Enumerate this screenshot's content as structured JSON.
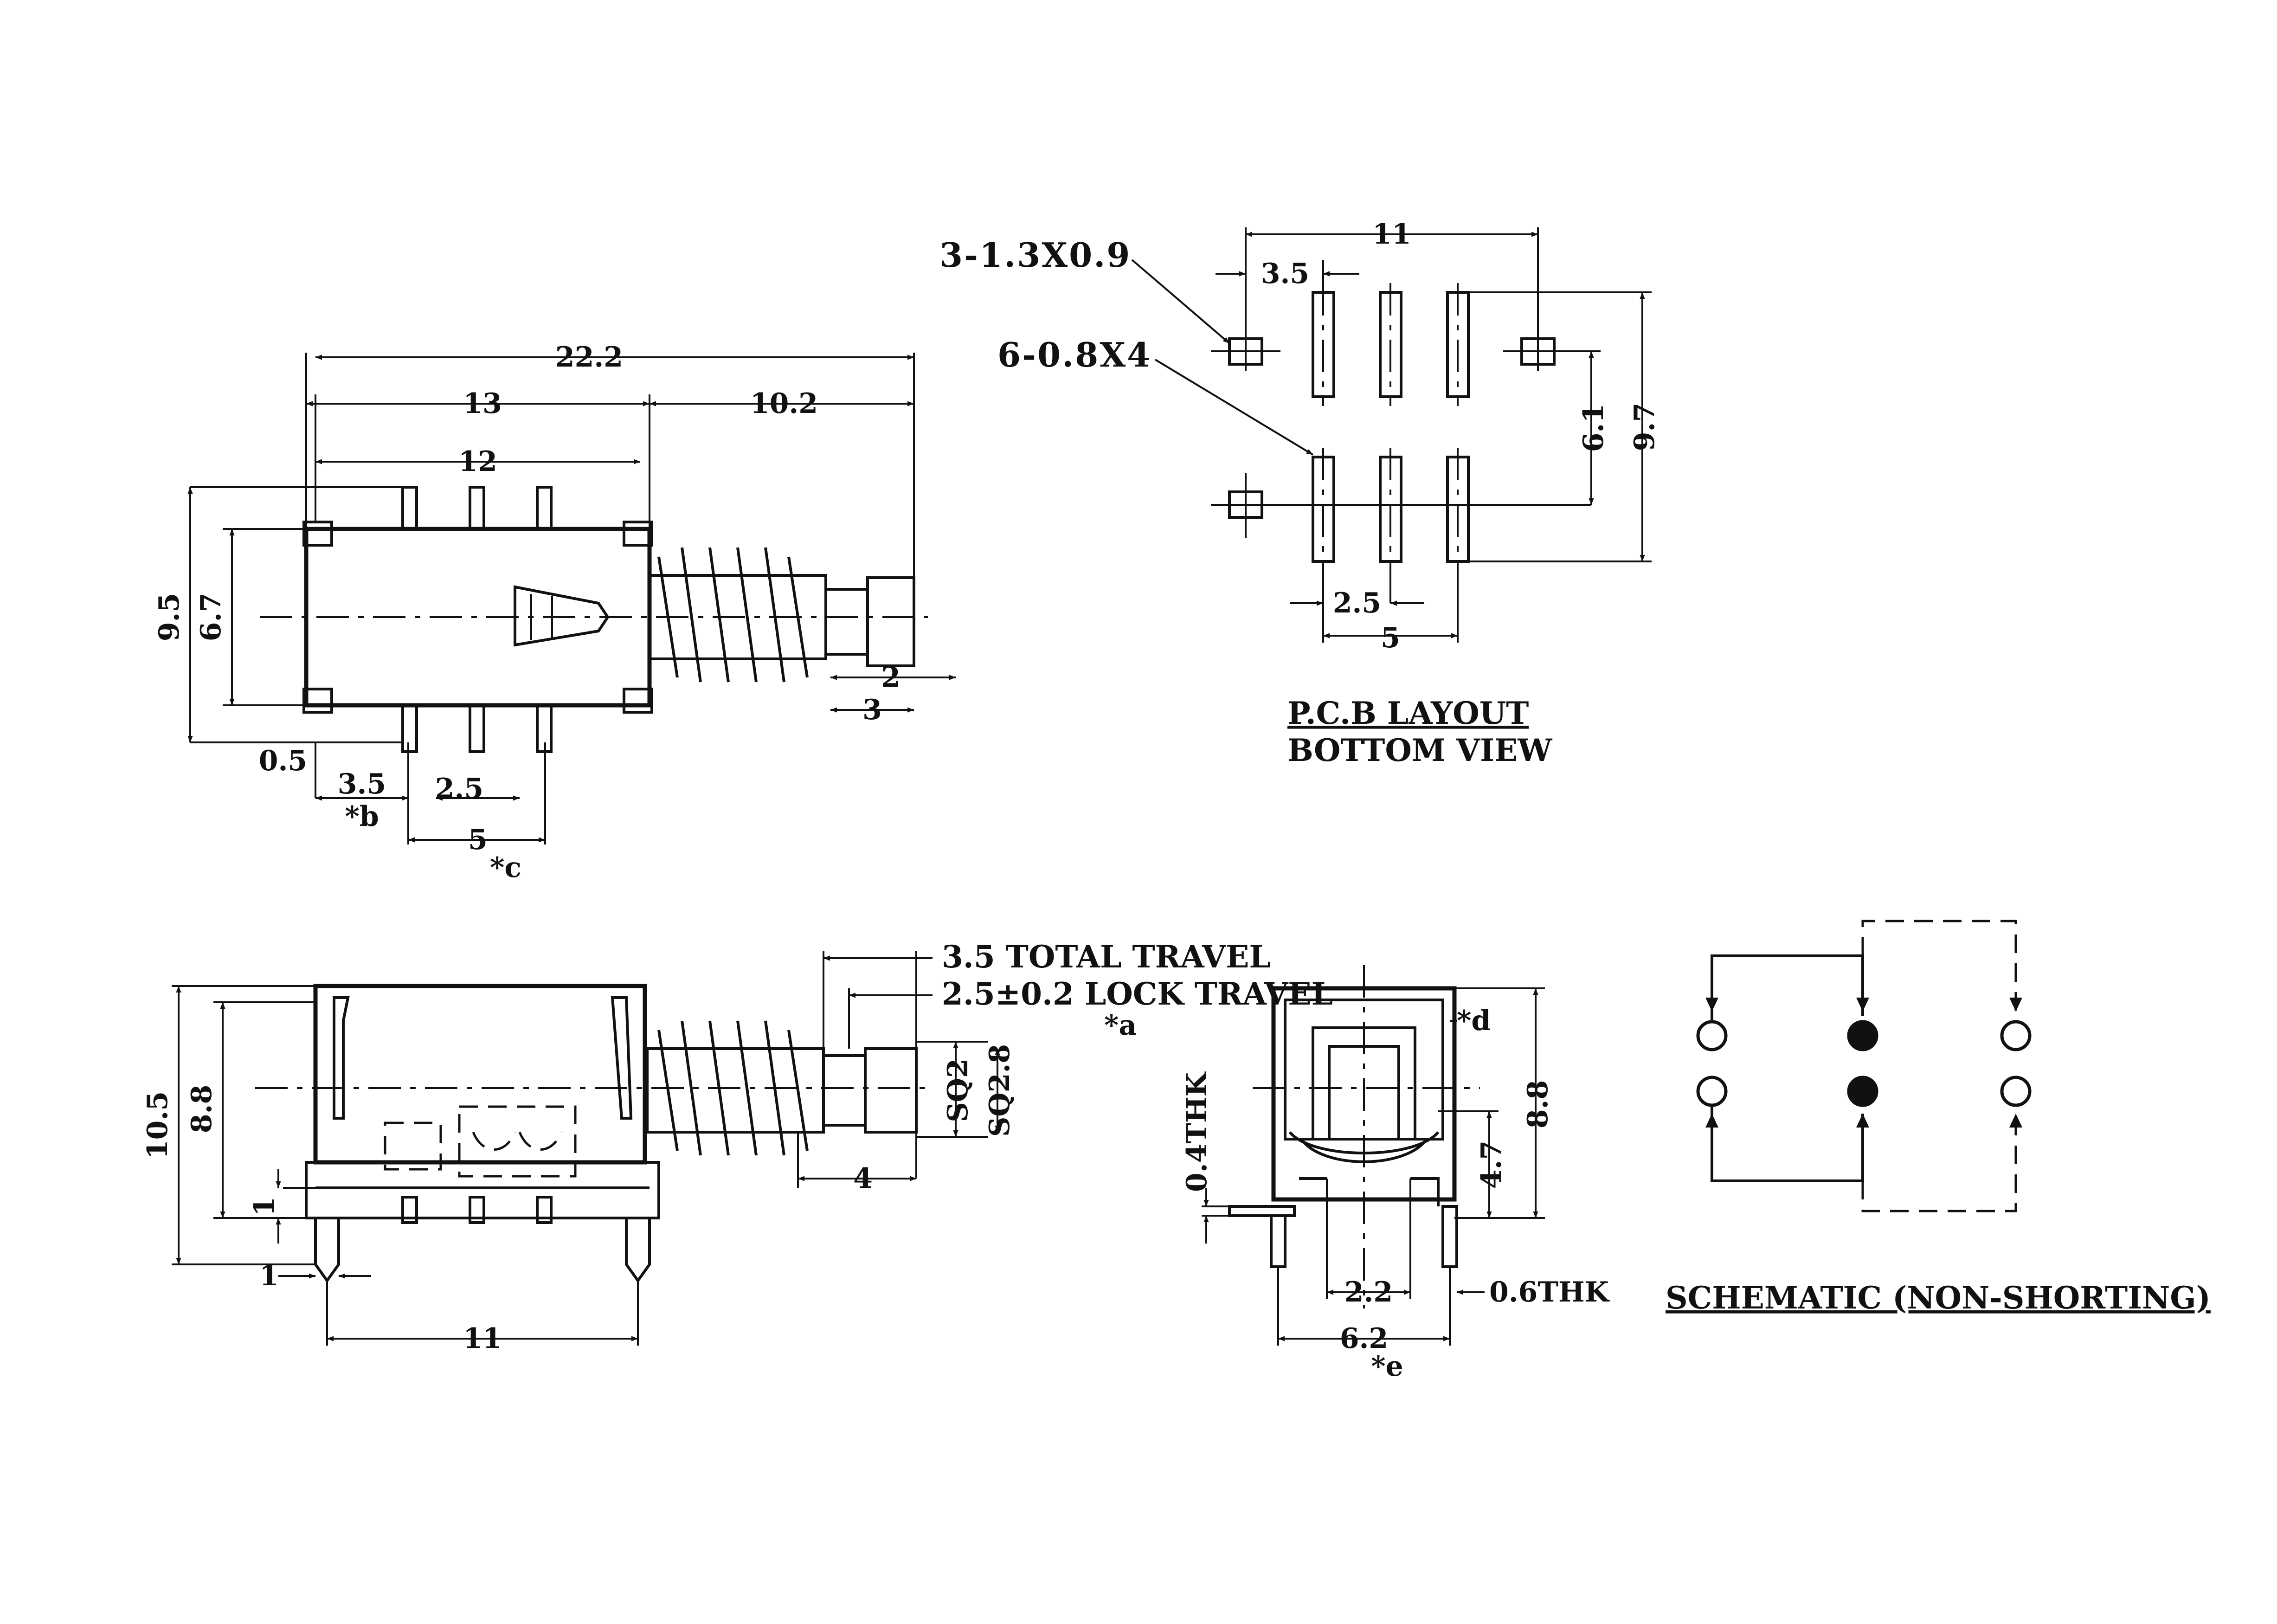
{
  "top_view": {
    "dims": {
      "overall_length": "22.2",
      "body_length": "13",
      "actuator_length": "10.2",
      "pin_span": "12",
      "height_outer": "9.5",
      "height_inner": "6.7",
      "offset": "0.5",
      "first_pin": "3.5",
      "pin_pitch": "2.5",
      "row_span": "5",
      "cap_a": "2",
      "cap_b": "3"
    },
    "notes": {
      "b": "*b",
      "c": "*c"
    }
  },
  "pcb_layout": {
    "title": "P.C.B LAYOUT",
    "subtitle": "BOTTOM VIEW",
    "callout_holes_large": "3-1.3X0.9",
    "callout_holes_slots": "6-0.8X4",
    "dims": {
      "span": "11",
      "offset": "3.5",
      "row_gap": "6.1",
      "overall": "9.7",
      "pitch": "2.5",
      "row_span": "5"
    }
  },
  "side_view": {
    "dims": {
      "height_outer": "10.5",
      "height_inner": "8.8",
      "leg": "1",
      "leg_offset": "1",
      "leg_span": "11",
      "total_travel": "3.5 TOTAL TRAVEL",
      "lock_travel": "2.5±0.2 LOCK TRAVEL",
      "sq_inner": "SQ2",
      "sq_outer": "SQ2.8",
      "shaft": "4"
    },
    "notes": {
      "a": "*a"
    }
  },
  "end_view": {
    "dims": {
      "plate": "0.4THK",
      "height": "8.8",
      "inner": "4.7",
      "pin_gap": "2.2",
      "lead_thk": "0.6THK",
      "width": "6.2"
    },
    "notes": {
      "d": "*d",
      "e": "*e"
    }
  },
  "schematic": {
    "title": "SCHEMATIC (NON-SHORTING)"
  }
}
